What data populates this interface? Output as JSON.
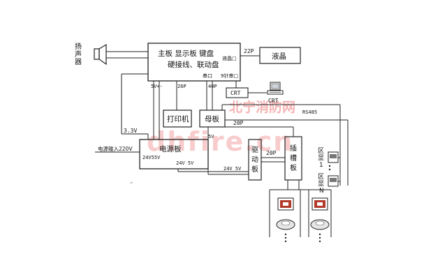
{
  "speaker": {
    "label_line1": "扬",
    "label_line2": "声",
    "label_line3": "器"
  },
  "main_board": {
    "line1": "主板  显示板  键盘",
    "line2": "硬接线、联动盘",
    "port_lcd": "液晶□",
    "port_serial": "串口",
    "port_printer": "9针串□",
    "pin_5v": "5V+-",
    "pin_26p": "26P",
    "pin_40p": "40P"
  },
  "lcd": {
    "label": "液晶",
    "conn": "22P"
  },
  "crt": {
    "box_label": "CRT",
    "computer_label": "CRT"
  },
  "printer": {
    "label": "打印机"
  },
  "motherboard": {
    "label": "母板",
    "pin_5v": "5V"
  },
  "rs485": {
    "label": "RS485"
  },
  "bus_20p_top": "20P",
  "bus_20p_mid": "20P",
  "power_board": {
    "label": "电源板",
    "input_label": "电源输入220V",
    "v33": "3.3V",
    "out_left": "24V55V",
    "out_right": "24V 5V",
    "out_bus": "24V  5V"
  },
  "driver_board": {
    "label_1": "驱",
    "label_2": "动",
    "label_3": "板"
  },
  "slot_board": {
    "label_1": "插",
    "label_2": "槽",
    "label_3": "板"
  },
  "zone_display_1": {
    "label_1": "区",
    "label_2": "显",
    "label_3": "1"
  },
  "zone_display_n": {
    "label_1": "区",
    "label_2": "显",
    "label_3": "N"
  },
  "watermark": {
    "cn": "北宁消防网",
    "en": "dhfire.cn"
  },
  "colors": {
    "line": "#222222",
    "watermark": "#f7b9b9",
    "device_red": "#b23a2a"
  }
}
